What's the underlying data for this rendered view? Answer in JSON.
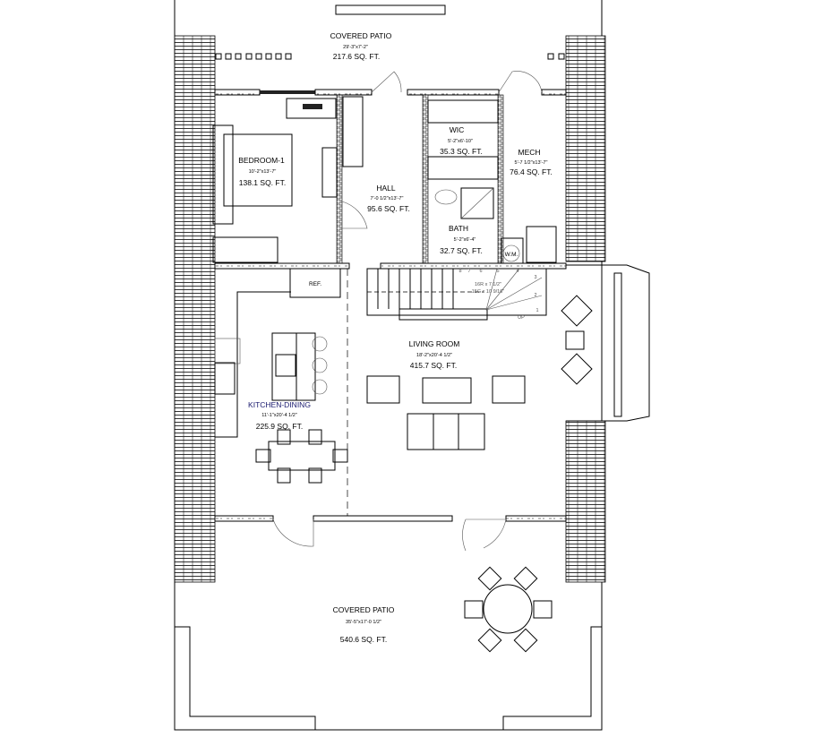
{
  "rooms": {
    "patio_top": {
      "name": "COVERED PATIO",
      "dims": "29'-3\"x7'-2\"",
      "area": "217.6 SQ. FT."
    },
    "bedroom1": {
      "name": "BEDROOM-1",
      "dims": "10'-2\"x13'-7\"",
      "area": "138.1 SQ. FT."
    },
    "hall": {
      "name": "HALL",
      "dims": "7'-0 1/2\"x13'-7\"",
      "area": "95.6 SQ. FT."
    },
    "wic": {
      "name": "WIC",
      "dims": "5'-2\"x6'-10\"",
      "area": "35.3 SQ. FT."
    },
    "mech": {
      "name": "MECH",
      "dims": "5'-7 1/2\"x13'-7\"",
      "area": "76.4 SQ. FT."
    },
    "bath": {
      "name": "BATH",
      "dims": "5'-2\"x6'-4\"",
      "area": "32.7 SQ. FT."
    },
    "living": {
      "name": "LIVING ROOM",
      "dims": "18'-2\"x20'-4 1/2\"",
      "area": "415.7 SQ. FT."
    },
    "kitchen": {
      "name": "KITCHEN-DINING",
      "dims": "11'-1\"x20'-4 1/2\"",
      "area": "225.9 SQ. FT."
    },
    "patio_bottom": {
      "name": "COVERED PATIO",
      "dims": "35'-5\"x17'-0 1/2\"",
      "area": "540.6 SQ. FT."
    }
  },
  "fixtures": {
    "ref": "REF.",
    "wm": "W.M."
  },
  "stairs": {
    "risers": "16R x 7 1/2\"",
    "goings": "15G x 10 9/16\"",
    "up": "UP",
    "steps": [
      "1",
      "2",
      "3",
      "4",
      "5",
      "6",
      "7",
      "8"
    ]
  },
  "colors": {
    "line": "#000000",
    "kitchen_label": "#1a1a6e"
  }
}
